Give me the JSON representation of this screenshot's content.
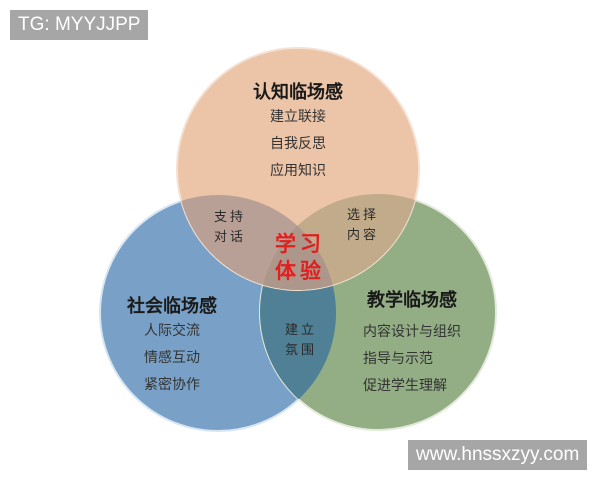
{
  "watermarks": {
    "top": "TG: MYYJJPP",
    "bottom": "www.hnssxzyy.com"
  },
  "colors": {
    "cognitive": "#e8bfa3",
    "social": "#6f9bc4",
    "teaching": "#8eab7e",
    "center_text": "#e02020"
  },
  "circles": {
    "cognitive": {
      "title": "认知临场感",
      "items": [
        "建立联接",
        "自我反思",
        "应用知识"
      ]
    },
    "social": {
      "title": "社会临场感",
      "items": [
        "人际交流",
        "情感互动",
        "紧密协作"
      ]
    },
    "teaching": {
      "title": "教学临场感",
      "items": [
        "内容设计与组织",
        "指导与示范",
        "促进学生理解"
      ]
    }
  },
  "overlaps": {
    "cognitive_social": [
      "支持",
      "对话"
    ],
    "cognitive_teaching": [
      "选择",
      "内容"
    ],
    "social_teaching": [
      "建立",
      "氛围"
    ],
    "center": [
      "学习",
      "体验"
    ]
  }
}
